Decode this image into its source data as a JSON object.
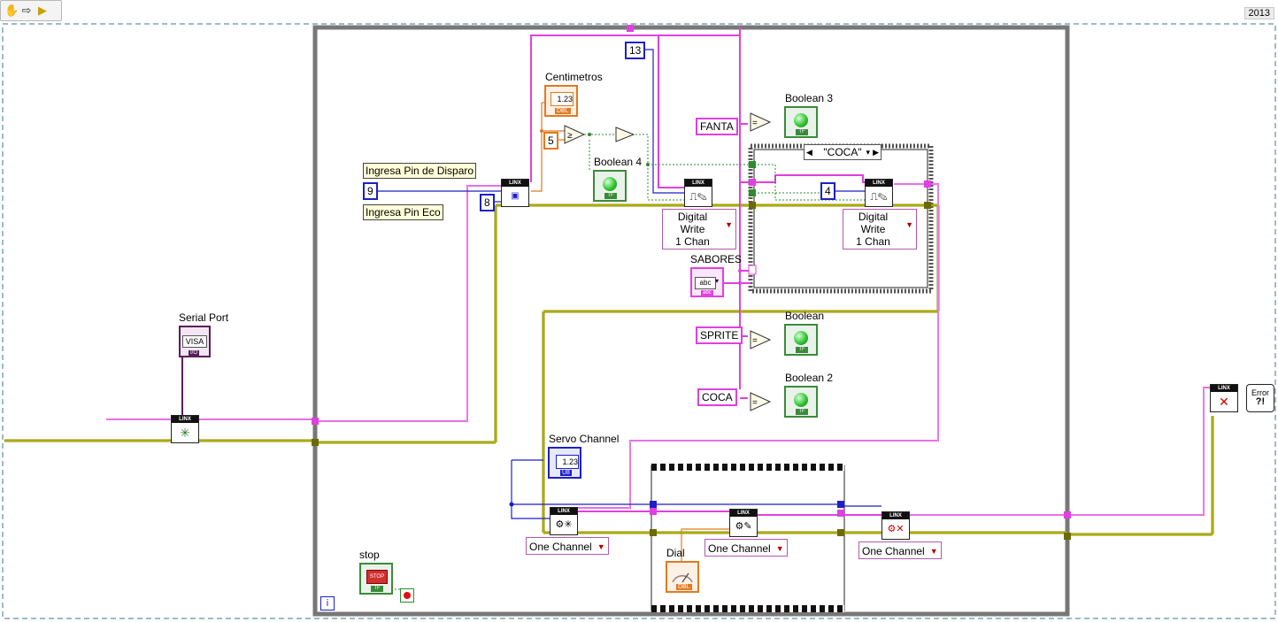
{
  "toolbar": {
    "icons": [
      "hand-icon",
      "arrow-right-icon",
      "run-icon"
    ]
  },
  "version": "2013",
  "labels": {
    "centimetros": "Centimetros",
    "boolean3": "Boolean 3",
    "boolean4": "Boolean 4",
    "boolean": "Boolean",
    "boolean2": "Boolean 2",
    "sabores": "SABORES",
    "serial_port": "Serial Port",
    "servo_channel": "Servo Channel",
    "dial": "Dial",
    "stop": "stop",
    "ingresa_disparo": "Ingresa Pin de Disparo",
    "ingresa_eco": "Ingresa Pin Eco"
  },
  "constants": {
    "thirteen": "13",
    "five": "5",
    "nine": "9",
    "eight": "8",
    "four": "4",
    "fanta": "FANTA",
    "sprite": "SPRITE",
    "coca": "COCA"
  },
  "case_selector": "\"COCA\"",
  "rings": {
    "digital_write_1": [
      "Digital Write",
      "1 Chan"
    ],
    "digital_write_2": [
      "Digital Write",
      "1 Chan"
    ],
    "one_channel_1": "One Channel",
    "one_channel_2": "One Channel",
    "one_channel_3": "One Channel"
  },
  "terminals": {
    "visa": "VISA",
    "io": "I/O",
    "dbl": "DBL",
    "dbl_val": "1.23",
    "u8": "U8",
    "u8_val": "1.23",
    "abc": "abc",
    "str": "abc",
    "tf": "TF",
    "stop_btn": "STOP",
    "error": "Error",
    "error_q": "?!",
    "iteration": "i",
    "linx": "LINX"
  },
  "colors": {
    "string_wire": "#e040e0",
    "error_wire": "#8c8c00",
    "numeric_wire": "#1e1ec8",
    "bool_wire": "#2e8b2e",
    "dbl_wire": "#e07a20"
  }
}
